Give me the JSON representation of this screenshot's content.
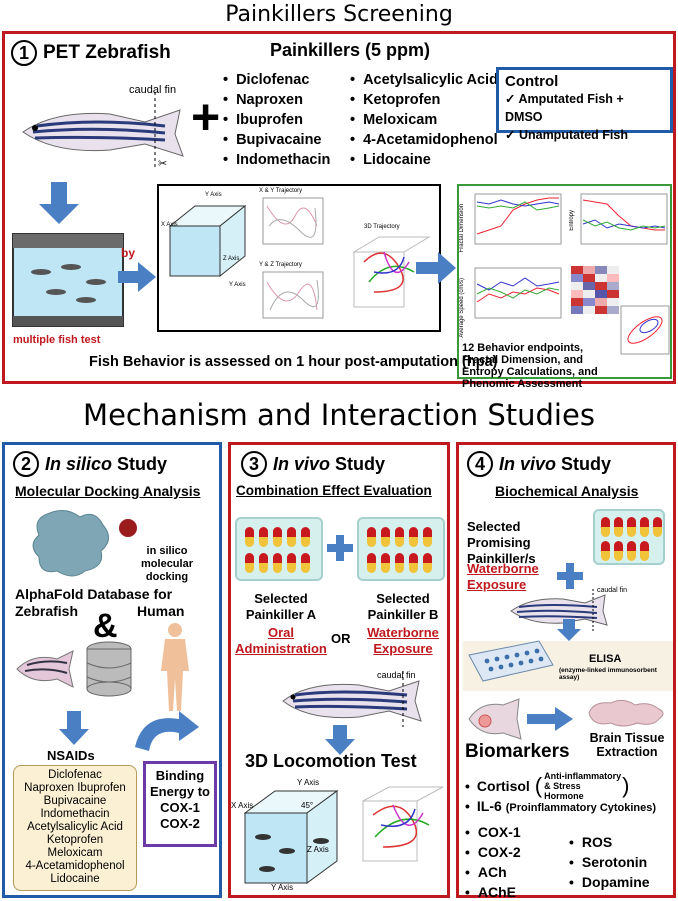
{
  "top": {
    "title": "Painkillers Screening",
    "panel1": {
      "num": "1",
      "heading": "PET Zebrafish",
      "caudal_fin": "caudal fin",
      "painkillers_heading": "Painkillers (5 ppm)",
      "drugs_col1": [
        "Diclofenac",
        "Naproxen",
        "Ibuprofen",
        "Bupivacaine",
        "Indomethacin"
      ],
      "drugs_col2": [
        "Acetylsalicylic Acid",
        "Ketoprofen",
        "Meloxicam",
        "4-Acetamidophenol",
        "Lidocaine"
      ],
      "control_heading": "Control",
      "controls": [
        "Amputated Fish + DMSO",
        "Unamputated Fish"
      ],
      "by": "by",
      "multiple_fish_test": "multiple fish test",
      "traj_xy": "X & Y Trajectory",
      "traj_yz": "Y & Z Trajectory",
      "traj_3d": "3D Trajectory",
      "y_axis": "Y Axis",
      "x_axis": "X Axis",
      "z_axis": "Z Axis",
      "axis_ylabel": "Y Axis",
      "fractal_label": "Fractal Dimension",
      "entropy_label": "Entropy",
      "speed_label": "Average Speed (cm/s)",
      "endpoints_text": "12 Behavior endpoints, Fractal Dimension, and Entropy Calculations, and Phenomic Assessment",
      "assessment_text": "Fish Behavior is assessed on 1 hour post-amputation (hpa)"
    }
  },
  "mid_title": "Mechanism and Interaction Studies",
  "panel2": {
    "num": "2",
    "heading_italic": "In silico",
    "heading_rest": " Study",
    "subheading": "Molecular Docking Analysis",
    "docking": "in silico molecular docking",
    "alphafold": "AlphaFold Database for",
    "zebrafish": "Zebrafish",
    "amp": "&",
    "human": "Human",
    "nsaids": "NSAIDs",
    "nsaid_list": [
      "Diclofenac",
      "Naproxen Ibuprofen",
      "Bupivacaine",
      "Indomethacin",
      "Acetylsalicylic Acid",
      "Ketoprofen",
      "Meloxicam",
      "4-Acetamidophenol",
      "Lidocaine"
    ],
    "binding": "Binding Energy to COX-1 COX-2"
  },
  "panel3": {
    "num": "3",
    "heading_italic": "In vivo",
    "heading_rest": " Study",
    "subheading": "Combination Effect Evaluation",
    "selected_a": "Selected Painkiller A",
    "oral": "Oral Administration",
    "or": "OR",
    "selected_b": "Selected Painkiller B",
    "waterborne": "Waterborne Exposure",
    "caudal_fin": "caudal fin",
    "test": "3D Locomotion Test",
    "y_axis": "Y Axis",
    "x_axis": "X Axis",
    "z_axis": "Z Axis",
    "angle": "45°"
  },
  "panel4": {
    "num": "4",
    "heading_italic": "In vivo",
    "heading_rest": " Study",
    "subheading": "Biochemical Analysis",
    "selected": "Selected Promising Painkiller/s",
    "waterborne": "Waterborne Exposure",
    "caudal_fin": "caudal fin",
    "elisa": "ELISA",
    "elisa_sub": "(enzyme-linked immunosorbent assay)",
    "brain": "Brain Tissue Extraction",
    "biomarkers": "Biomarkers",
    "cortisol": "Cortisol",
    "cortisol_note": "Anti-inflammatory & Stress Hormone",
    "il6": "IL-6",
    "il6_note": "(Proinflammatory Cytokines)",
    "col1": [
      "COX-1",
      "COX-2",
      "ACh",
      "AChE"
    ],
    "col2": [
      "ROS",
      "Serotonin",
      "Dopamine"
    ]
  },
  "colors": {
    "red": "#c0181f",
    "blue": "#1f5ba8",
    "green": "#3a9a3a",
    "purple": "#6b3aa8",
    "arrow": "#4a7fc4"
  }
}
